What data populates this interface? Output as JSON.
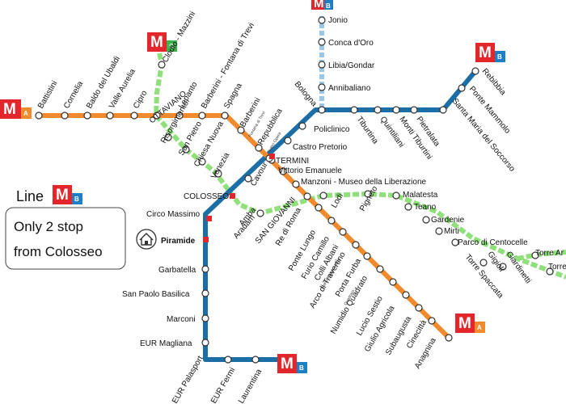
{
  "colors": {
    "line_a": "#f08a2c",
    "line_b": "#1b6fa6",
    "line_c": "#8fe07a",
    "metro_red": "#e3262b",
    "line_b_badge": "#1f7fc4",
    "line_c_badge": "#3bb34a",
    "line_a_badge": "#f08a2c"
  },
  "logos": {
    "metro_letter": "M",
    "line_a_letter": "A",
    "line_b_letter": "B",
    "line_c_letter": "C"
  },
  "callout": {
    "line_title": "Line",
    "line1": "Only 2 stop",
    "line2": "from Colosseo",
    "home_icon": "home-icon"
  },
  "stations": {
    "jonio": "Jonio",
    "conca": "Conca d'Oro",
    "libia": "Libia/Gondar",
    "annibaliano": "Annibaliano",
    "bologna": "Bologna",
    "rebibbia": "Rebibbia",
    "ponte_mammolo": "Ponte Mammolo",
    "santa_maria": "Santa Maria del Soccorso",
    "pietralata": "Pietralata",
    "monti_tiburtini": "Monti Tiburtini",
    "quintiliani": "Quintiliani",
    "tiburtina": "Tiburtina",
    "policlinico": "Policlinico",
    "castro": "Castro Pretorio",
    "termini": "TERMINI",
    "battistini": "Battistini",
    "cornelia": "Cornelia",
    "baldo": "Baldo del Ubaldi",
    "valle": "Valle Aurelia",
    "cipro": "Cipro",
    "clodio": "Clodio - Mazzini",
    "lepanto": "Lepanto",
    "barberini_ft": "Barberini - Fontana di Trevi",
    "spagna": "Spagna",
    "barberini": "Barberini",
    "barberini_sub": "Fontana di Trevi",
    "repubblica": "Repubblica",
    "repubblica_sub": "Teatro Opera",
    "vittorio": "Vittorio Emanuele",
    "manzoni": "Manzoni - Museo della Liberazione",
    "ottaviano": "OTTAVIANO",
    "risorgimento": "Risorgimento",
    "san_pietro": "San Pietro",
    "chiesa_nuova": "Chiesa Nuova",
    "venezia": "Venezia",
    "colosseo": "COLOSSEO",
    "cavour": "Cavour",
    "circo": "Circo Massimo",
    "amba": "Amba",
    "aradam": "Aradam",
    "san_giovanni": "SAN GIOVANNI",
    "lodi": "Lodi",
    "pigneto": "Pigneto",
    "malatesta": "Malatesta",
    "teano": "Teano",
    "gardenie": "Gardenie",
    "mirti": "Mirti",
    "parco_centocelle": "Parco di Centocelle",
    "torre_ar": "Torre Ar",
    "torre": "Torre",
    "gigioli": "Gigioli",
    "giardinetti": "Giardinetti",
    "torre_spaccata": "Torre Spaccata",
    "re_di_roma": "Re di Roma",
    "ponte_lungo": "Ponte Lungo",
    "furio": "Furio Camillo",
    "colli": "Colli Albani",
    "colli_sub": "Parco Appia Antica",
    "arco": "Arco di Travertino",
    "porta": "Porta Furba",
    "porta_sub": "Quadraro",
    "numidio": "Numidio Quadrato",
    "lucio": "Lucio Sestio",
    "giulio": "Giulio Agricola",
    "subaugusta": "Subaugusta",
    "cinecitta": "Cinecittà",
    "anagnina": "Anagnina",
    "piramide": "Piramide",
    "garbatella": "Garbatella",
    "san_paolo": "San Paolo Basilica",
    "marconi": "Marconi",
    "eur_magliana": "EUR Magliana",
    "eur_palasport": "EUR Palasport",
    "eur_fermi": "EUR Fermi",
    "laurentina": "Laurentina"
  }
}
